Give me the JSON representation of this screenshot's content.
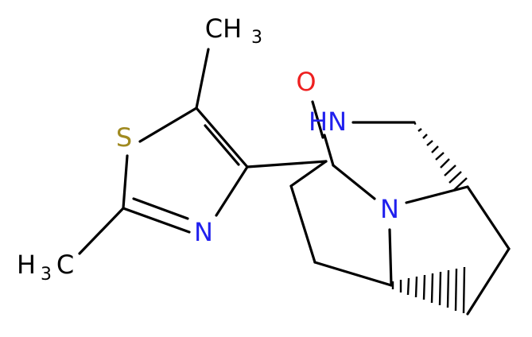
{
  "molecule": {
    "atoms": {
      "S": {
        "text": "S",
        "color": "#a08a20"
      },
      "N_thiazole": {
        "text": "N",
        "color": "#2020ee"
      },
      "N_bridge": {
        "text": "N",
        "color": "#2020ee"
      },
      "NH": {
        "text": "HN",
        "color": "#2020ee"
      },
      "O": {
        "text": "O",
        "color": "#ee2020"
      },
      "CH3_top": {
        "main": "CH",
        "sub": "3",
        "color": "#000000"
      },
      "CH3_left": {
        "main": "H",
        "sub": "3",
        "tail": "C",
        "color": "#000000"
      }
    }
  }
}
